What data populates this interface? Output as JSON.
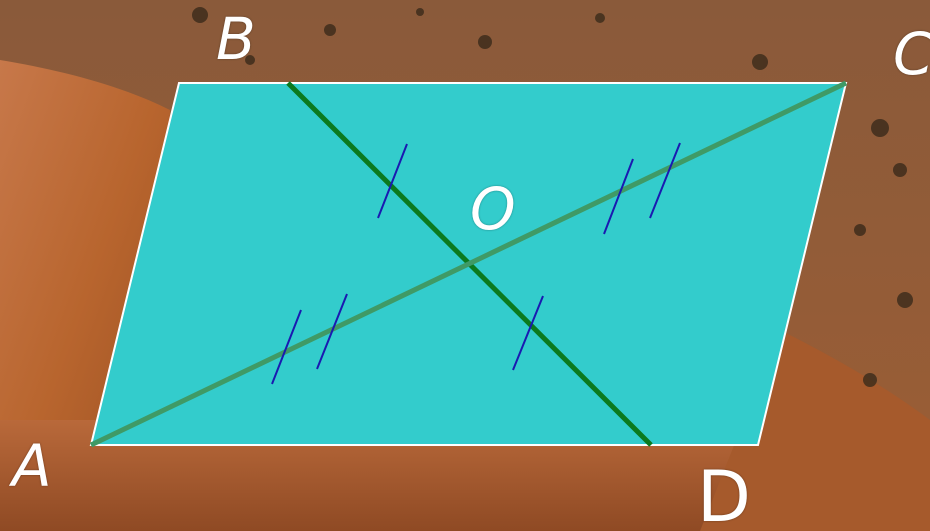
{
  "labels": {
    "a": "A",
    "b": "B",
    "c": "C",
    "d": "D",
    "o": "O"
  },
  "colors": {
    "parallelogram_fill": "#33cccc",
    "diagonal_bd": "#0b7a1f",
    "diagonal_ac": "#3f9a66",
    "tick_marks": "#1a1ab0",
    "background_rock": "#b5652f",
    "background_ground": "#7a4a2a"
  },
  "icons": {
    "background": "desert-rock-photo"
  }
}
